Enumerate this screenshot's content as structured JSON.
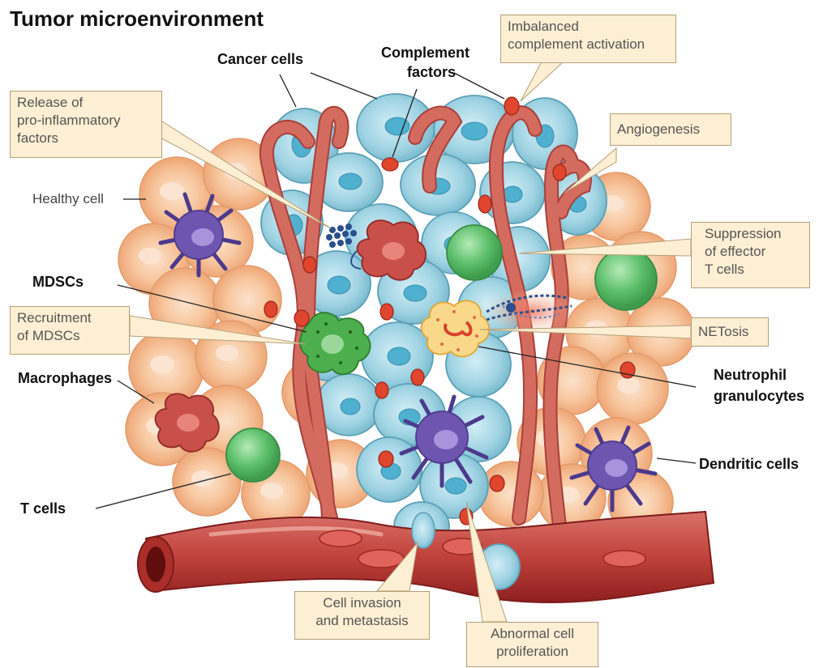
{
  "title": "Tumor microenvironment",
  "labels": {
    "cancer_cells": "Cancer cells",
    "complement_factors": [
      "Complement",
      "factors"
    ],
    "mdscs": "MDSCs",
    "macrophages": "Macrophages",
    "t_cells": "T cells",
    "neutrophil": [
      "Neutrophil",
      "granulocytes"
    ],
    "dendritic": "Dendritic cells",
    "healthy_cell": "Healthy cell"
  },
  "boxes": {
    "imbalanced": [
      "Imbalanced",
      "complement activation"
    ],
    "release": [
      "Release of",
      "pro-inflammatory",
      "factors"
    ],
    "angiogenesis": [
      "Angiogenesis"
    ],
    "suppression": [
      "Suppression",
      "of effector",
      "T cells"
    ],
    "recruitment": [
      "Recruitment",
      "of MDSCs"
    ],
    "netosis": [
      "NETosis"
    ],
    "invasion": [
      "Cell invasion",
      "and metastasis"
    ],
    "abnormal": [
      "Abnormal cell",
      "proliferation"
    ]
  },
  "colors": {
    "healthy_cell": "#f4b98f",
    "cancer_cell": "#9fd3e3",
    "vessel": "#c8554f",
    "complement": "#e0452e",
    "mdsc": "#4cae4c",
    "t_cell": "#5cbf6a",
    "macrophage": "#c9504a",
    "dendritic": "#6d55b0",
    "callout_fill": "#fcefd3"
  }
}
